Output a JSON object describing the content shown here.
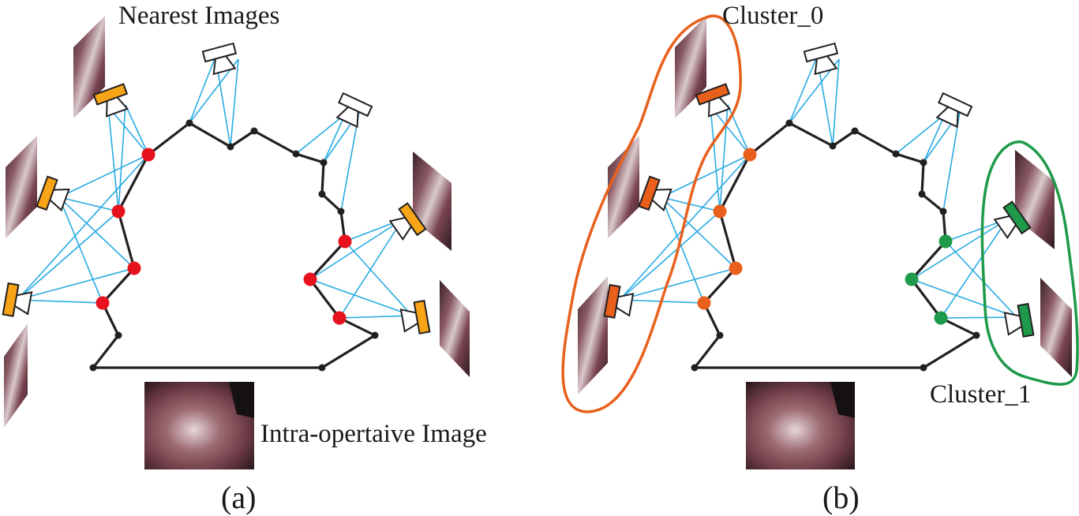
{
  "panels": [
    {
      "label": "(a)",
      "top_label": "Nearest Images",
      "bottom_label": "Intra-opertaive Image"
    },
    {
      "label": "(b)",
      "cluster_labels": [
        "Cluster_0",
        "Cluster_1"
      ]
    }
  ],
  "colors": {
    "path": "#231f20",
    "ray": "#29abe2",
    "selected_camera_a": "#f7a417",
    "selected_node_a": "#e8121e",
    "cluster_0": "#e8601c",
    "cluster_1": "#1e9a4a",
    "camera_outline": "#231f20"
  },
  "icons": [
    "camera-frustum-icon",
    "tissue-image-thumbnail"
  ]
}
